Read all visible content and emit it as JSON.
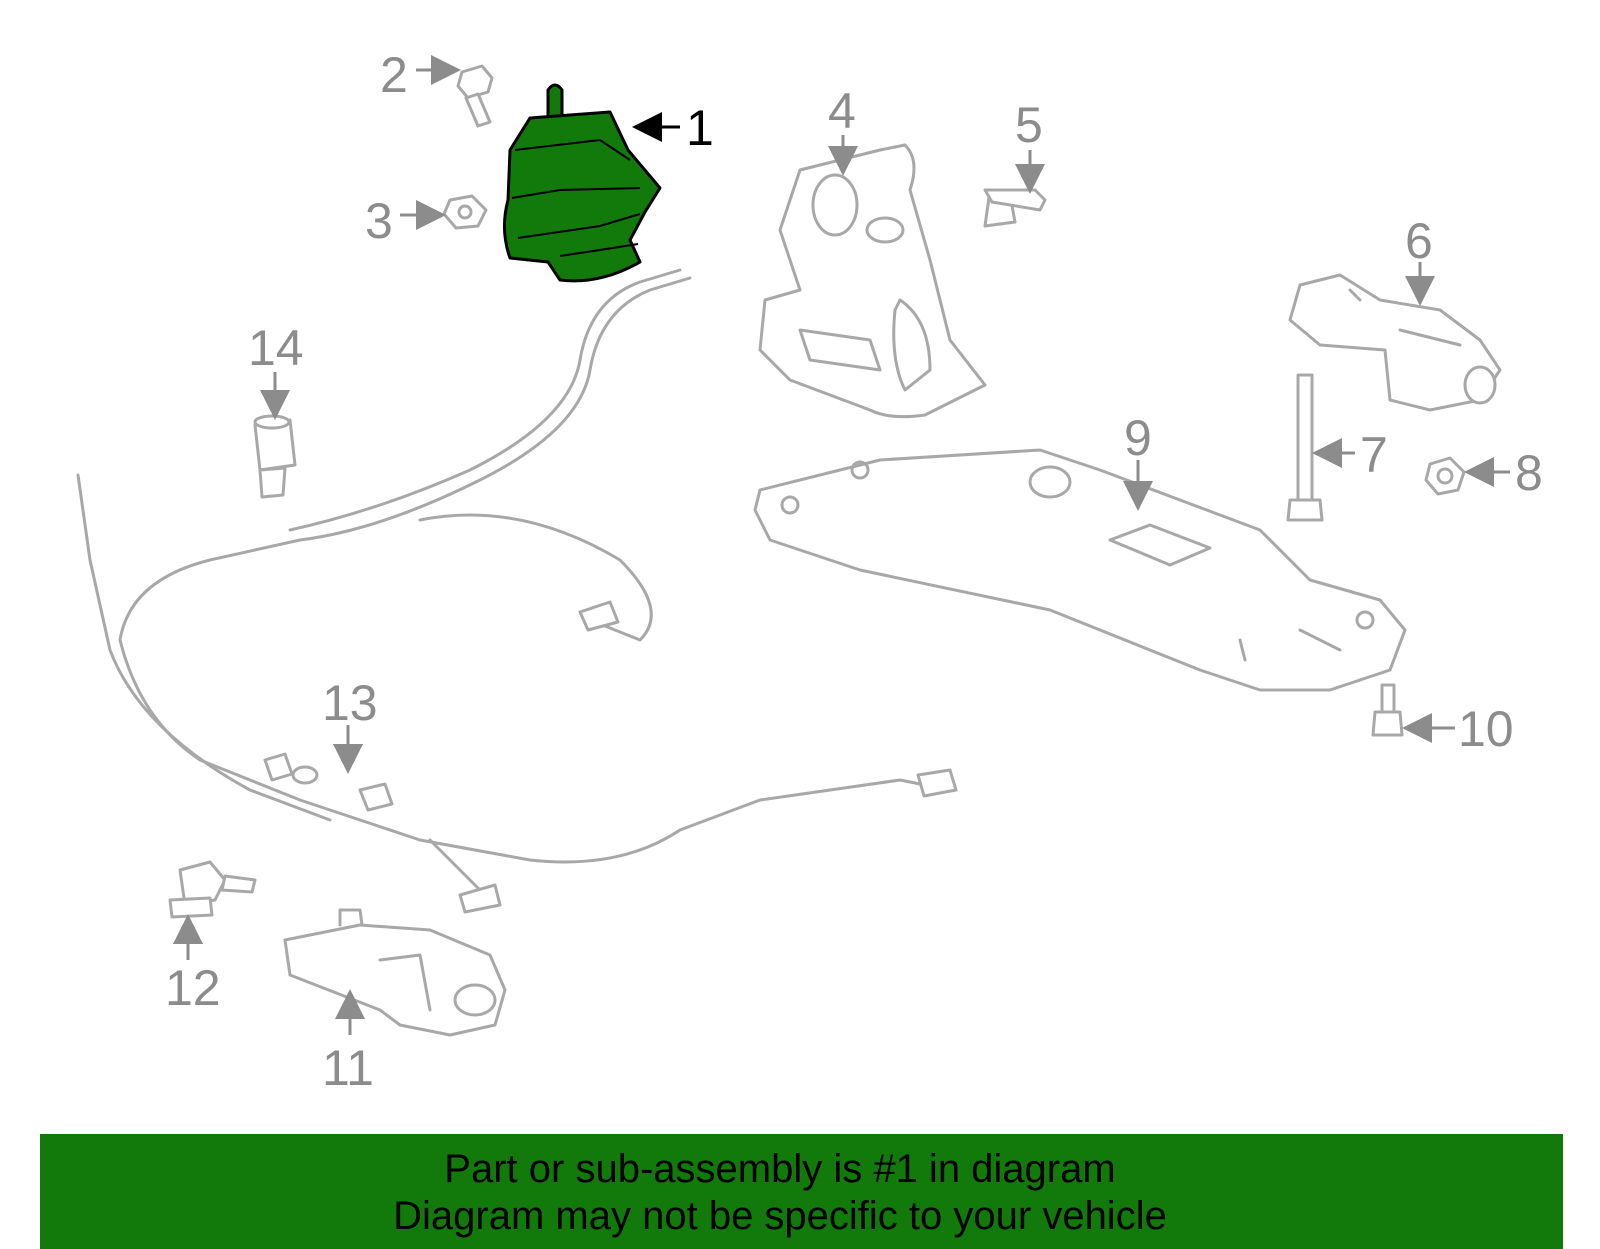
{
  "callouts": [
    "1",
    "2",
    "3",
    "4",
    "5",
    "6",
    "7",
    "8",
    "9",
    "10",
    "11",
    "12",
    "13",
    "14"
  ],
  "highlight_color": "#117a0b",
  "banner": {
    "line1": "Part or sub-assembly is #1 in diagram",
    "line2": "Diagram may not be specific to your vehicle"
  }
}
